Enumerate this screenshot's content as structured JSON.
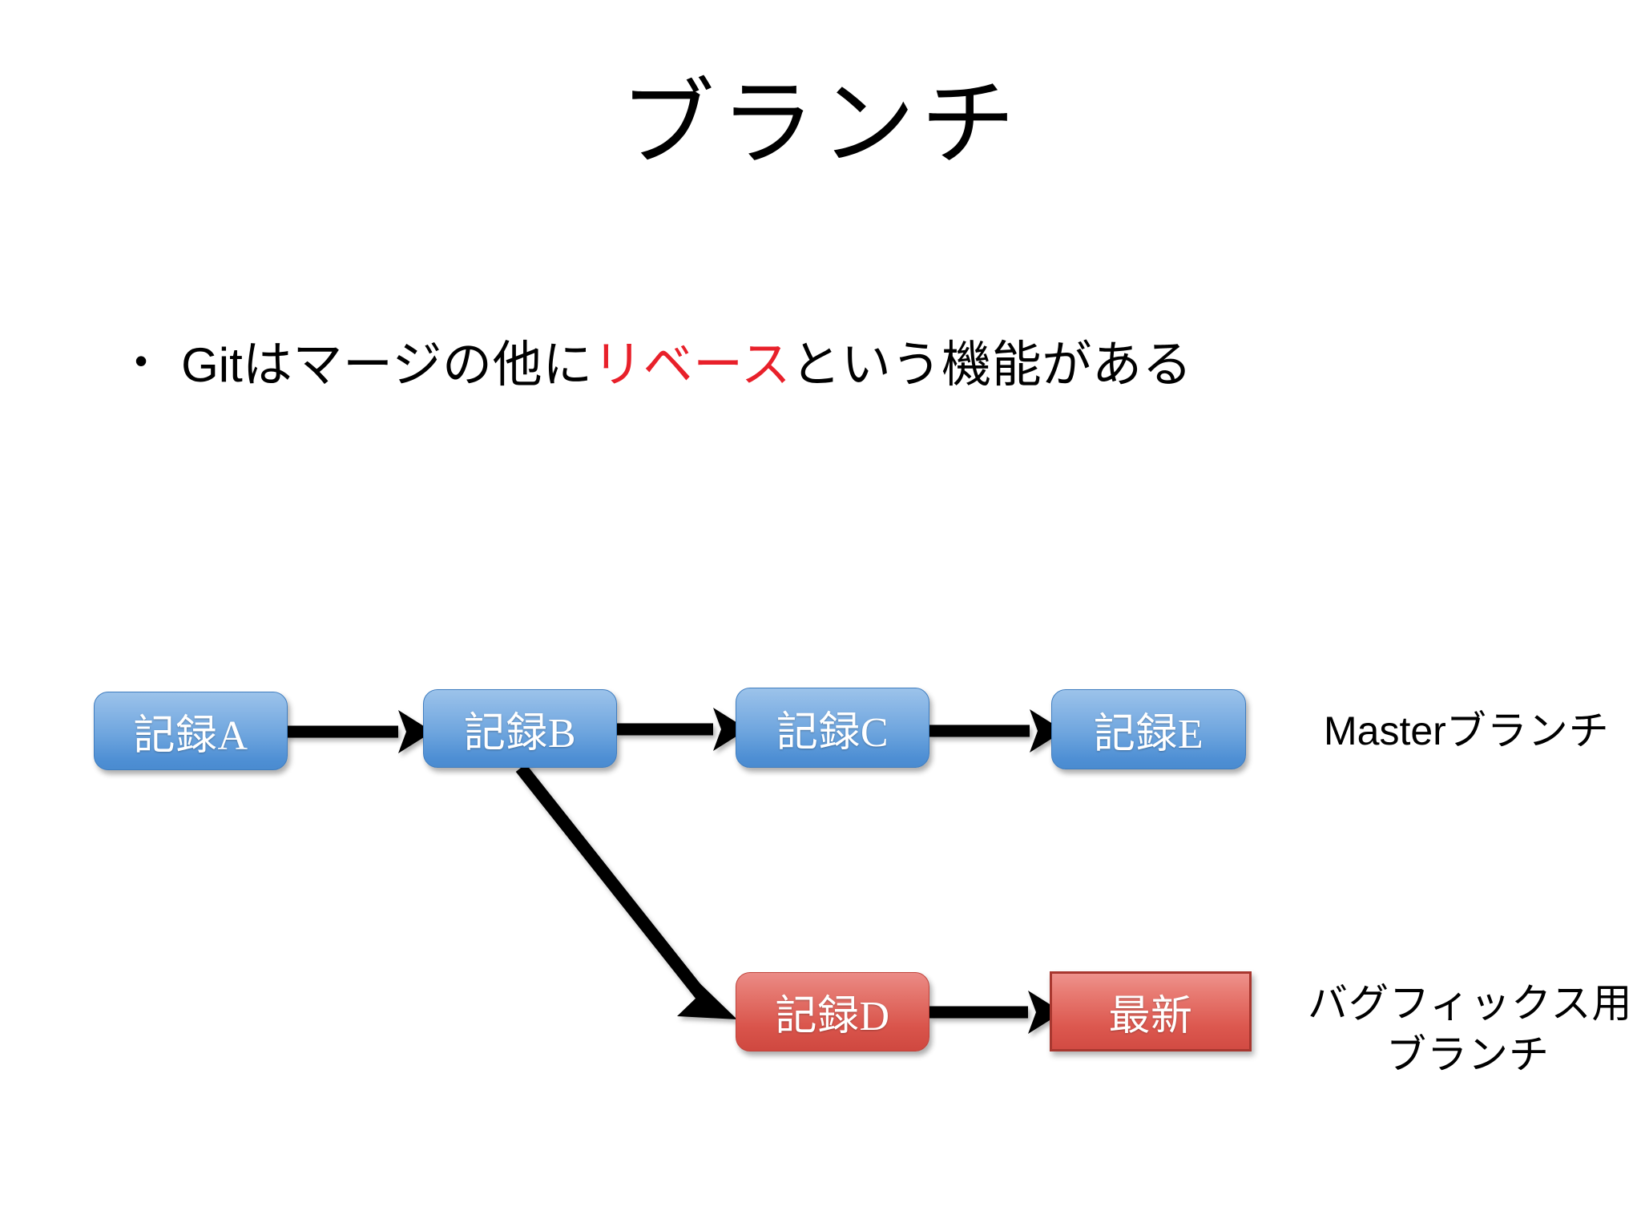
{
  "slide": {
    "title": "ブランチ",
    "background_color": "#ffffff"
  },
  "bullet": {
    "marker": "•",
    "segments": [
      {
        "text": "Git",
        "script": "latin",
        "color": "#000000"
      },
      {
        "text": "はマージの他に",
        "script": "jp",
        "color": "#000000"
      },
      {
        "text": "リベース",
        "script": "jp",
        "color": "#e8202a"
      },
      {
        "text": "という機能がある",
        "script": "jp",
        "color": "#000000"
      }
    ],
    "full_text": "Gitはマージの他にリベースという機能がある",
    "highlight_text": "リベース",
    "highlight_color": "#e8202a"
  },
  "diagram": {
    "nodes": [
      {
        "id": "a",
        "label": "記録A",
        "shape": "rounded-rect",
        "color": "#6ea5de",
        "branch": "master"
      },
      {
        "id": "b",
        "label": "記録B",
        "shape": "rounded-rect",
        "color": "#6ea5de",
        "branch": "master"
      },
      {
        "id": "c",
        "label": "記録C",
        "shape": "rounded-rect",
        "color": "#6ea5de",
        "branch": "master"
      },
      {
        "id": "e",
        "label": "記録E",
        "shape": "rounded-rect",
        "color": "#6ea5de",
        "branch": "master"
      },
      {
        "id": "d",
        "label": "記録D",
        "shape": "rounded-rect",
        "color": "#d9544b",
        "branch": "bugfix"
      },
      {
        "id": "latest",
        "label": "最新",
        "shape": "rect",
        "color": "#dc584f",
        "branch": "bugfix"
      }
    ],
    "edges": [
      {
        "from": "a",
        "to": "b",
        "style": "straight"
      },
      {
        "from": "b",
        "to": "c",
        "style": "straight"
      },
      {
        "from": "c",
        "to": "e",
        "style": "straight"
      },
      {
        "from": "b",
        "to": "d",
        "style": "diagonal"
      },
      {
        "from": "d",
        "to": "latest",
        "style": "straight"
      }
    ],
    "labels": {
      "master": {
        "latin": "Master",
        "jp": "ブランチ"
      },
      "bugfix": {
        "line1": "バグフィックス用",
        "line2": "ブランチ"
      }
    }
  }
}
